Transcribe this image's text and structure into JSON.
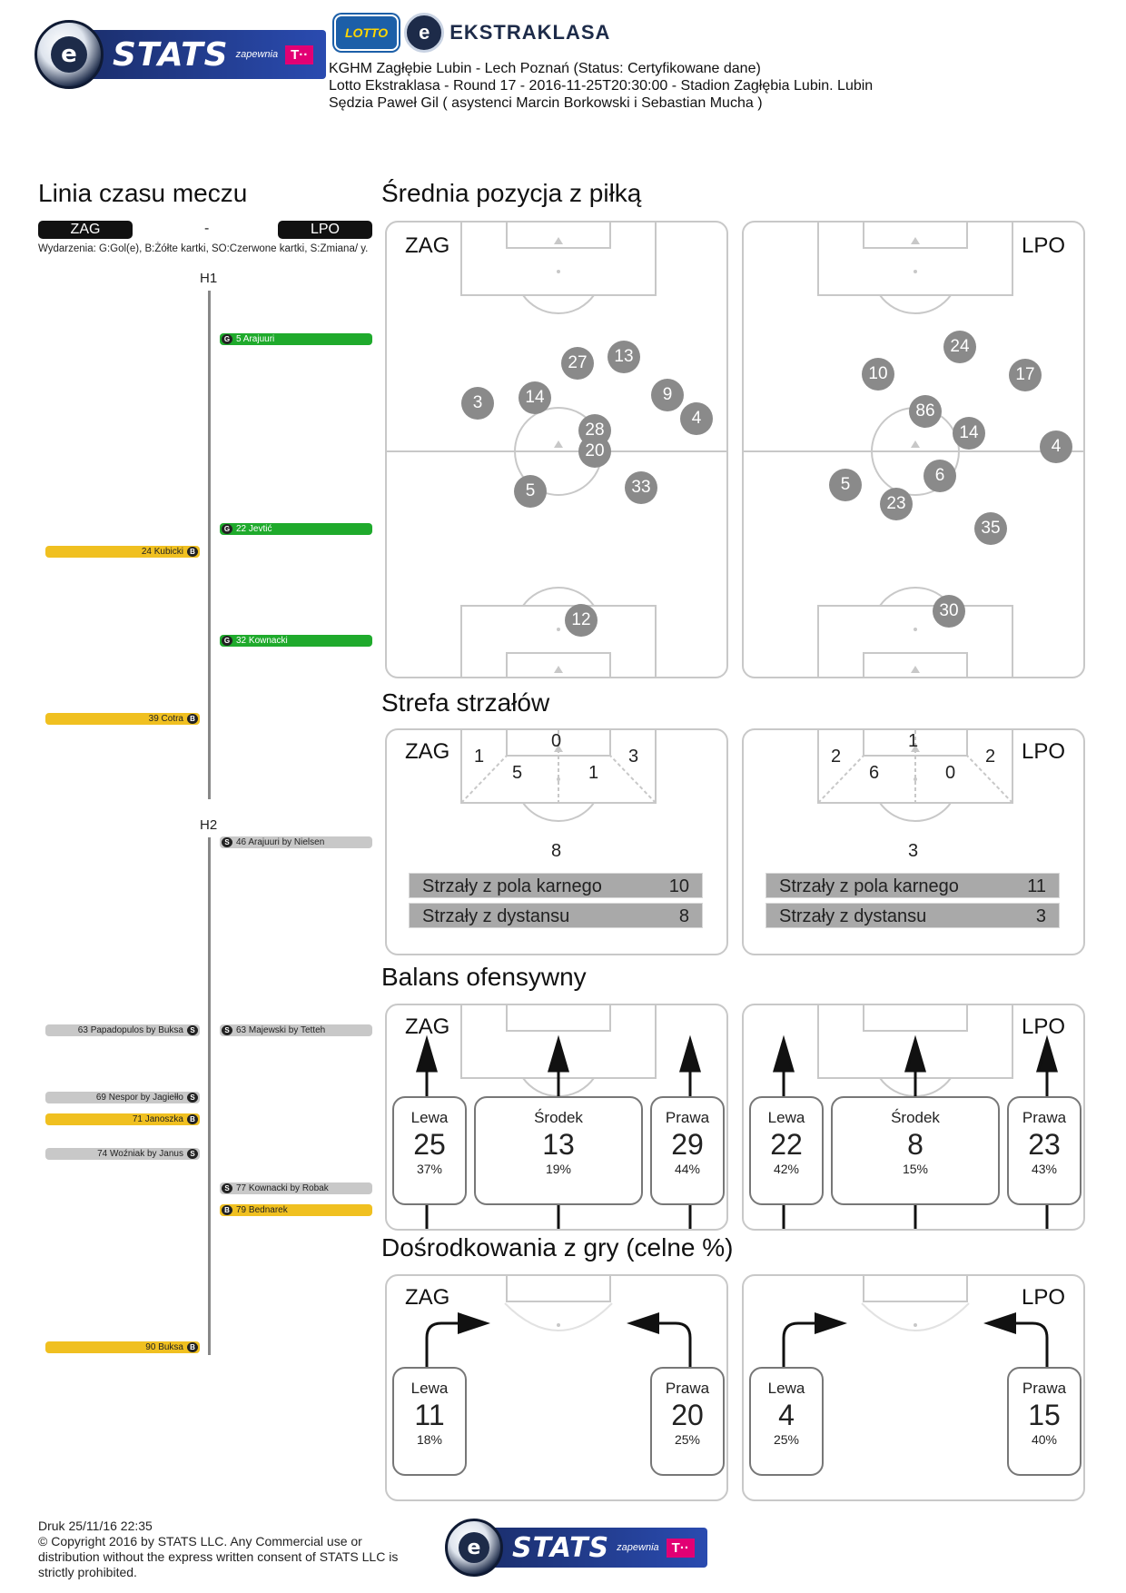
{
  "header": {
    "stats_logo": {
      "word": "STATS",
      "sub": "zapewnia",
      "tmobile": "T··"
    },
    "ekstraklasa": {
      "lotto": "LOTTO",
      "name": "EKSTRAKLASA"
    },
    "match_title": "KGHM Zagłębie Lubin - Lech Poznań (Status: Certyfikowane dane)",
    "match_line2": "Lotto Ekstraklasa - Round 17 - 2016-11-25T20:30:00 - Stadion Zagłębia Lubin. Lubin",
    "match_line3": "Sędzia Paweł Gil ( asystenci Marcin Borkowski i Sebastian Mucha )"
  },
  "timeline": {
    "title": "Linia czasu meczu",
    "home": "ZAG",
    "away": "LPO",
    "dash": "-",
    "legend": "Wydarzenia: G:Gol(e), B:Żółte kartki, SO:Czerwone kartki, S:Zmiana/ y.",
    "h1": "H1",
    "h2": "H2",
    "events": [
      {
        "side": "right",
        "type": "G",
        "color": "green",
        "text": "5 Arajuuri"
      },
      {
        "side": "right",
        "type": "G",
        "color": "green",
        "text": "22 Jevtić"
      },
      {
        "side": "left",
        "type": "B",
        "color": "yellow",
        "text": "24 Kubicki"
      },
      {
        "side": "right",
        "type": "G",
        "color": "green",
        "text": "32 Kownacki"
      },
      {
        "side": "left",
        "type": "B",
        "color": "yellow",
        "text": "39 Cotra"
      },
      {
        "side": "right",
        "type": "S",
        "color": "grey",
        "text": "46 Arajuuri by Nielsen"
      },
      {
        "side": "left",
        "type": "S",
        "color": "grey",
        "text": "63 Papadopulos by Buksa"
      },
      {
        "side": "right",
        "type": "S",
        "color": "grey",
        "text": "63 Majewski by Tetteh"
      },
      {
        "side": "left",
        "type": "S",
        "color": "grey",
        "text": "69 Nespor by Jagiełło"
      },
      {
        "side": "left",
        "type": "B",
        "color": "yellow",
        "text": "71 Janoszka"
      },
      {
        "side": "left",
        "type": "S",
        "color": "grey",
        "text": "74 Woźniak by Janus"
      },
      {
        "side": "right",
        "type": "S",
        "color": "grey",
        "text": "77 Kownacki by Robak"
      },
      {
        "side": "right",
        "type": "B",
        "color": "yellow",
        "text": "79 Bednarek"
      },
      {
        "side": "left",
        "type": "B",
        "color": "yellow",
        "text": "90 Buksa"
      }
    ]
  },
  "avg_position": {
    "title": "Średnia pozycja z piłką",
    "home": {
      "team": "ZAG",
      "players": [
        "27",
        "13",
        "3",
        "14",
        "9",
        "4",
        "28",
        "20",
        "5",
        "33",
        "12"
      ]
    },
    "away": {
      "team": "LPO",
      "players": [
        "24",
        "10",
        "17",
        "86",
        "14",
        "4",
        "6",
        "5",
        "23",
        "35",
        "30"
      ]
    }
  },
  "shot_zones": {
    "title": "Strefa strzałów",
    "home": {
      "team": "ZAG",
      "left_wide": "1",
      "center_top": "0",
      "right_wide": "3",
      "left_inner": "5",
      "right_inner": "1",
      "outside": "8",
      "box_label": "Strzały z pola karnego",
      "box_value": "10",
      "dist_label": "Strzały z dystansu",
      "dist_value": "8"
    },
    "away": {
      "team": "LPO",
      "left_wide": "2",
      "center_top": "1",
      "right_wide": "2",
      "left_inner": "6",
      "right_inner": "0",
      "outside": "3",
      "box_label": "Strzały z pola karnego",
      "box_value": "11",
      "dist_label": "Strzały z dystansu",
      "dist_value": "3"
    }
  },
  "attack_balance": {
    "title": "Balans ofensywny",
    "home": {
      "team": "ZAG",
      "left": {
        "label": "Lewa",
        "value": "25",
        "pct": "37%"
      },
      "center": {
        "label": "Środek",
        "value": "13",
        "pct": "19%"
      },
      "right": {
        "label": "Prawa",
        "value": "29",
        "pct": "44%"
      }
    },
    "away": {
      "team": "LPO",
      "left": {
        "label": "Lewa",
        "value": "22",
        "pct": "42%"
      },
      "center": {
        "label": "Środek",
        "value": "8",
        "pct": "15%"
      },
      "right": {
        "label": "Prawa",
        "value": "23",
        "pct": "43%"
      }
    }
  },
  "crosses": {
    "title": "Dośrodkowania z gry (celne %)",
    "home": {
      "team": "ZAG",
      "left": {
        "label": "Lewa",
        "value": "11",
        "pct": "18%"
      },
      "right": {
        "label": "Prawa",
        "value": "20",
        "pct": "25%"
      }
    },
    "away": {
      "team": "LPO",
      "left": {
        "label": "Lewa",
        "value": "4",
        "pct": "25%"
      },
      "right": {
        "label": "Prawa",
        "value": "15",
        "pct": "40%"
      }
    }
  },
  "footer": {
    "printed": "Druk 25/11/16 22:35",
    "copyright": "© Copyright 2016 by STATS LLC. Any Commercial use or distribution without the express written consent of STATS LLC is strictly prohibited."
  },
  "colors": {
    "goal": "#1faa2c",
    "card": "#f0c020",
    "sub": "#c8c8c8",
    "player_marker": "#8a8a8a",
    "brand_blue": "#1b2f6e",
    "tmobile": "#e20074"
  }
}
